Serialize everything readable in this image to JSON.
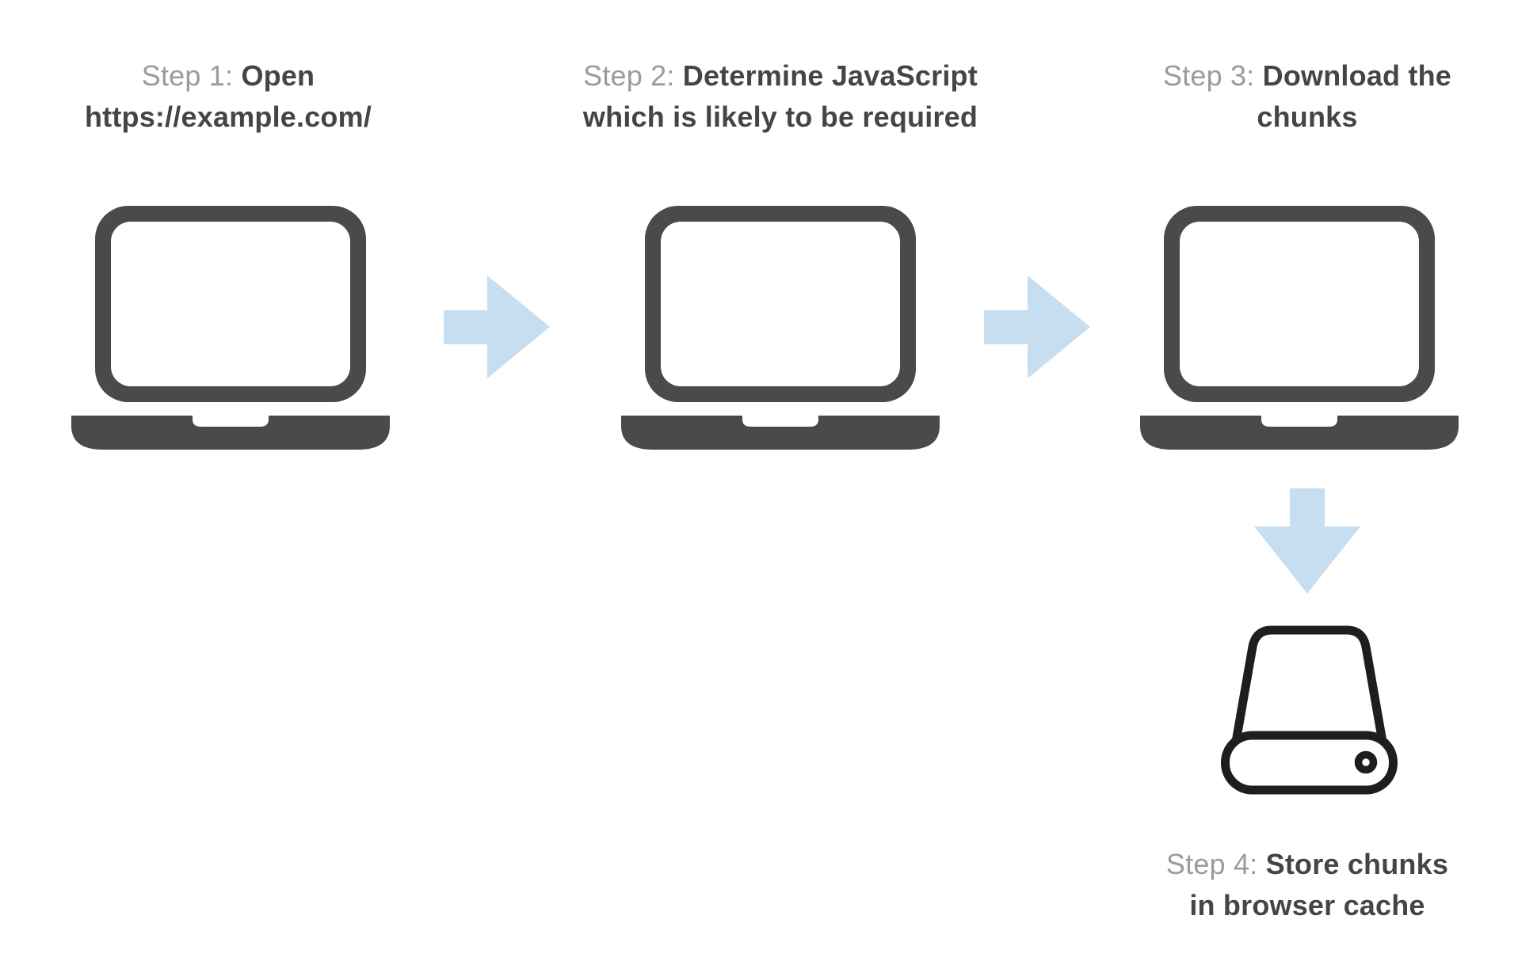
{
  "diagram": {
    "background": "#ffffff",
    "colors": {
      "step_label_gray": "#9b9b9b",
      "step_title_dark": "#454545",
      "laptop_gray": "#4a4a4a",
      "arrow_blue": "#c7def1",
      "drive_outline": "#1e1e1e"
    },
    "steps": [
      {
        "label": "Step 1:",
        "title_line1": "Open",
        "title_line2": "https://example.com/",
        "title": "Open https://example.com/",
        "icon": "laptop-icon"
      },
      {
        "label": "Step 2:",
        "title_line1": "Determine JavaScript",
        "title_line2": "which is likely to be required",
        "title": "Determine JavaScript which is likely to be required",
        "icon": "laptop-icon"
      },
      {
        "label": "Step 3:",
        "title_line1": "Download the",
        "title_line2": "chunks",
        "title": "Download the chunks",
        "icon": "laptop-icon"
      },
      {
        "label": "Step 4:",
        "title_line1": "Store chunks",
        "title_line2": "in browser cache",
        "title": "Store chunks in browser cache",
        "icon": "hard-drive-icon"
      }
    ],
    "connectors": [
      {
        "from_step": 1,
        "to_step": 2,
        "direction": "right",
        "icon": "arrow-right-icon"
      },
      {
        "from_step": 2,
        "to_step": 3,
        "direction": "right",
        "icon": "arrow-right-icon"
      },
      {
        "from_step": 3,
        "to_step": 4,
        "direction": "down",
        "icon": "arrow-down-icon"
      }
    ]
  }
}
